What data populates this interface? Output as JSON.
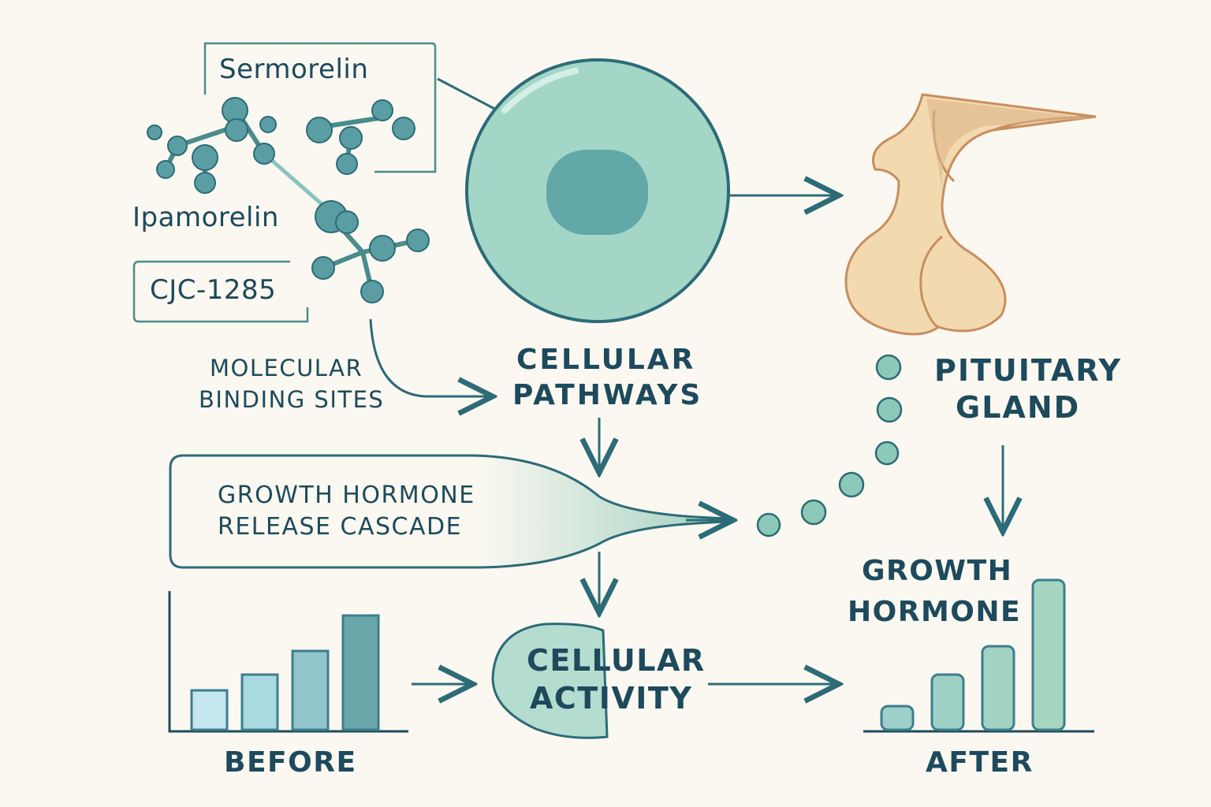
{
  "labels": {
    "sermorelin": "Sermorelin",
    "ipamorelin": "Ipamorelin",
    "cjc": "CJC-1285",
    "binding_1": "MOLECULAR",
    "binding_2": "BINDING SITES",
    "pathways_1": "CELLULAR",
    "pathways_2": "PATHWAYS",
    "pituitary_1": "PITUITARY",
    "pituitary_2": "GLAND",
    "cascade_1": "GROWTH HORMONE",
    "cascade_2": "RELEASE CASCADE",
    "activity_1": "CELLULAR",
    "activity_2": "ACTIVITY",
    "gh_1": "GROWTH",
    "gh_2": "HORMONE",
    "before": "BEFORE",
    "after": "AFTER"
  },
  "before_bars": [
    50,
    70,
    100,
    145
  ],
  "after_bars": [
    30,
    70,
    106,
    190
  ],
  "colors": {
    "ink": "#1d4a5c",
    "stroke": "#2d6b78",
    "cell": "#a3d6c6",
    "nucleus": "#62a8a8",
    "gland": "#f3d9b0",
    "gland_stroke": "#c88e5e"
  }
}
